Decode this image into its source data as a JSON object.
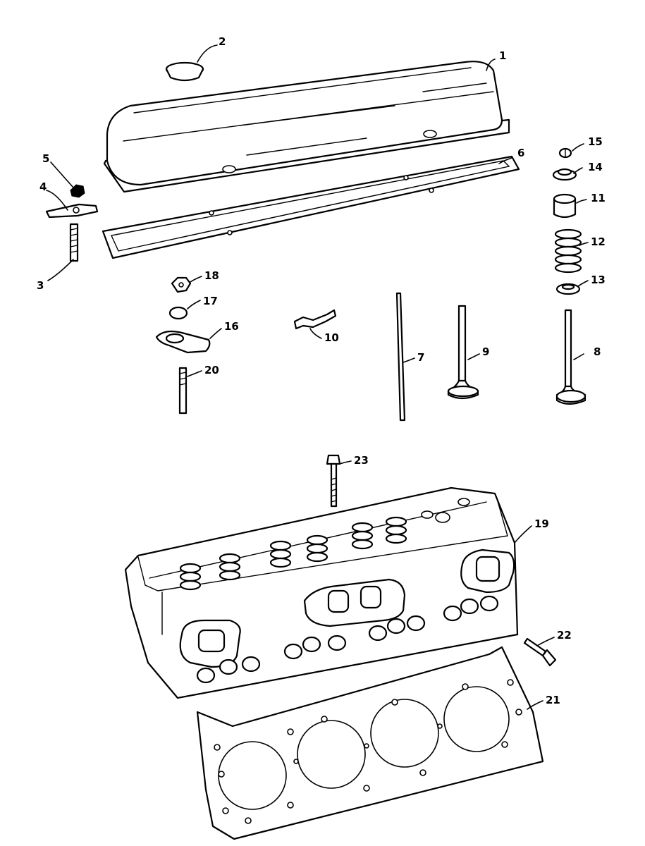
{
  "callouts": {
    "c1": "1",
    "c2": "2",
    "c3": "3",
    "c4": "4",
    "c5": "5",
    "c6": "6",
    "c7": "7",
    "c8": "8",
    "c9": "9",
    "c10": "10",
    "c11": "11",
    "c12": "12",
    "c13": "13",
    "c14": "14",
    "c15": "15",
    "c16": "16",
    "c17": "17",
    "c18": "18",
    "c19": "19",
    "c20": "20",
    "c21": "21",
    "c22": "22",
    "c23": "23"
  },
  "colors": {
    "ink": "#000000",
    "paper": "#ffffff"
  }
}
